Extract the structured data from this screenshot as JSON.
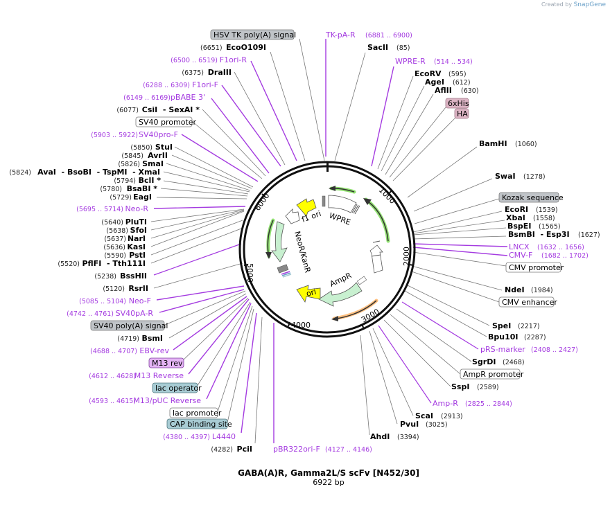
{
  "credit": {
    "prefix": "Created by",
    "brand": "SnapGene"
  },
  "plasmid": {
    "name": "GABA(A)R, Gamma2L/S scFv [N452/30]",
    "length": "6922 bp"
  },
  "colors": {
    "primer": "#a43be0",
    "enzyme": "#000000",
    "feature_gray": "#c0c4c8",
    "feature_pink": "#dcb4c4",
    "feature_violet": "#e4b4f4",
    "feature_teal": "#a8ccd4",
    "yellow_ori": "#ffff00",
    "green_cds": "#c8f0d0",
    "arrow_green": "#90e070",
    "arrow_orange": "#ffc080"
  },
  "ticks": [
    "1000",
    "2000",
    "3000",
    "4000",
    "5000",
    "6000"
  ],
  "inner_features": [
    {
      "label": "WPRE"
    },
    {
      "label": "f1 ori"
    },
    {
      "label": "NeoR/KanR"
    },
    {
      "label": "AmpR"
    },
    {
      "label": "ori"
    }
  ],
  "labels_top": [
    {
      "type": "feature_box",
      "name": "HSV TK poly(A) signal"
    },
    {
      "type": "primer",
      "name": "TK-pA-R",
      "range": "(6881 .. 6900)"
    },
    {
      "type": "enzyme",
      "name": "EcoO109I",
      "pos": "(6651)"
    },
    {
      "type": "enzyme",
      "name": "SacII",
      "pos": "(85)"
    }
  ],
  "labels_right": [
    {
      "type": "primer",
      "name": "WPRE-R",
      "range": "(514 .. 534)"
    },
    {
      "type": "enzyme",
      "name": "EcoRV",
      "pos": "(595)"
    },
    {
      "type": "enzyme",
      "name": "AgeI",
      "pos": "(612)"
    },
    {
      "type": "enzyme",
      "name": "AflII",
      "pos": "(630)"
    },
    {
      "type": "feature_box",
      "name": "6xHis"
    },
    {
      "type": "feature_box",
      "name": "HA"
    },
    {
      "type": "enzyme",
      "name": "BamHI",
      "pos": "(1060)"
    },
    {
      "type": "enzyme",
      "name": "SwaI",
      "pos": "(1278)"
    },
    {
      "type": "feature_box",
      "name": "Kozak sequence"
    },
    {
      "type": "enzyme",
      "name": "EcoRI",
      "pos": "(1539)"
    },
    {
      "type": "enzyme",
      "name": "XbaI",
      "pos": "(1558)"
    },
    {
      "type": "enzyme",
      "name": "BspEI",
      "pos": "(1565)"
    },
    {
      "type": "enzyme",
      "name": "BsmBI  - Esp3I",
      "pos": "(1627)"
    },
    {
      "type": "primer",
      "name": "LNCX",
      "range": "(1632 .. 1656)"
    },
    {
      "type": "primer",
      "name": "CMV-F",
      "range": "(1682 .. 1702)"
    },
    {
      "type": "feature_box",
      "name": "CMV promoter"
    },
    {
      "type": "enzyme",
      "name": "NdeI",
      "pos": "(1984)"
    },
    {
      "type": "feature_box",
      "name": "CMV enhancer"
    },
    {
      "type": "enzyme",
      "name": "SpeI",
      "pos": "(2217)"
    },
    {
      "type": "enzyme",
      "name": "Bpu10I",
      "pos": "(2287)"
    },
    {
      "type": "primer",
      "name": "pRS-marker",
      "range": "(2408 .. 2427)"
    },
    {
      "type": "enzyme",
      "name": "SgrDI",
      "pos": "(2468)"
    },
    {
      "type": "feature_box",
      "name": "AmpR promoter"
    },
    {
      "type": "enzyme",
      "name": "SspI",
      "pos": "(2589)"
    },
    {
      "type": "primer",
      "name": "Amp-R",
      "range": "(2825 .. 2844)"
    },
    {
      "type": "enzyme",
      "name": "ScaI",
      "pos": "(2913)"
    },
    {
      "type": "enzyme",
      "name": "PvuI",
      "pos": "(3025)"
    },
    {
      "type": "enzyme",
      "name": "AhdI",
      "pos": "(3394)"
    }
  ],
  "labels_left": [
    {
      "type": "primer",
      "name": "F1ori-R",
      "range": "(6500 .. 6519)"
    },
    {
      "type": "enzyme",
      "name": "DraIII",
      "pos": "(6375)"
    },
    {
      "type": "primer",
      "name": "F1ori-F",
      "range": "(6288 .. 6309)"
    },
    {
      "type": "primer",
      "name": "pBABE 3'",
      "range": "(6149 .. 6169)"
    },
    {
      "type": "enzyme",
      "name": "CsiI  - SexAI *",
      "pos": "(6077)"
    },
    {
      "type": "feature_box",
      "name": "SV40 promoter"
    },
    {
      "type": "primer",
      "name": "SV40pro-F",
      "range": "(5903 .. 5922)"
    },
    {
      "type": "enzyme",
      "name": "StuI",
      "pos": "(5850)"
    },
    {
      "type": "enzyme",
      "name": "AvrII",
      "pos": "(5845)"
    },
    {
      "type": "enzyme",
      "name": "SmaI",
      "pos": "(5826)"
    },
    {
      "type": "enzyme",
      "name": "AvaI  - BsoBI  - TspMI  - XmaI",
      "pos": "(5824)"
    },
    {
      "type": "enzyme",
      "name": "BclI *",
      "pos": "(5794)"
    },
    {
      "type": "enzyme",
      "name": "BsaBI *",
      "pos": "(5780)"
    },
    {
      "type": "enzyme",
      "name": "EagI",
      "pos": "(5729)"
    },
    {
      "type": "primer",
      "name": "Neo-R",
      "range": "(5695 .. 5714)"
    },
    {
      "type": "enzyme",
      "name": "PluTI",
      "pos": "(5640)"
    },
    {
      "type": "enzyme",
      "name": "SfoI",
      "pos": "(5638)"
    },
    {
      "type": "enzyme",
      "name": "NarI",
      "pos": "(5637)"
    },
    {
      "type": "enzyme",
      "name": "KasI",
      "pos": "(5636)"
    },
    {
      "type": "enzyme",
      "name": "PstI",
      "pos": "(5590)"
    },
    {
      "type": "enzyme",
      "name": "PflFI  - Tth111I",
      "pos": "(5520)"
    },
    {
      "type": "enzyme",
      "name": "BssHII",
      "pos": "(5238)"
    },
    {
      "type": "enzyme",
      "name": "RsrII",
      "pos": "(5120)"
    },
    {
      "type": "primer",
      "name": "Neo-F",
      "range": "(5085 .. 5104)"
    },
    {
      "type": "primer",
      "name": "SV40pA-R",
      "range": "(4742 .. 4761)"
    },
    {
      "type": "feature_box",
      "name": "SV40 poly(A) signal"
    },
    {
      "type": "enzyme",
      "name": "BsmI",
      "pos": "(4719)"
    },
    {
      "type": "primer",
      "name": "EBV-rev",
      "range": "(4688 .. 4707)"
    },
    {
      "type": "feature_box",
      "name": "M13 rev"
    },
    {
      "type": "primer",
      "name": "M13 Reverse",
      "range": "(4612 .. 4628)"
    },
    {
      "type": "feature_box",
      "name": "lac operator"
    },
    {
      "type": "primer",
      "name": "M13/pUC Reverse",
      "range": "(4593 .. 4615)"
    },
    {
      "type": "feature_box",
      "name": "lac promoter"
    },
    {
      "type": "feature_box",
      "name": "CAP binding site"
    },
    {
      "type": "primer",
      "name": "L4440",
      "range": "(4380 .. 4397)"
    },
    {
      "type": "enzyme",
      "name": "PciI",
      "pos": "(4282)"
    },
    {
      "type": "primer",
      "name": "pBR322ori-F",
      "range": "(4127 .. 4146)"
    }
  ]
}
